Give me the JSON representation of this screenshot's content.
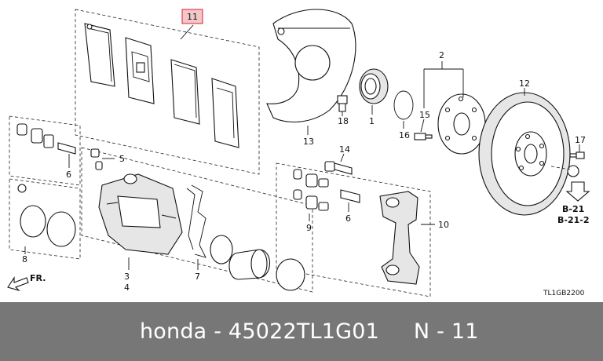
{
  "diagram": {
    "callouts": {
      "c11": "11",
      "c2": "2",
      "c12": "12",
      "c18": "18",
      "c1": "1",
      "c16": "16",
      "c15": "15",
      "c13": "13",
      "c14": "14",
      "c17": "17",
      "c5": "5",
      "c6a": "6",
      "c6b": "6",
      "c9": "9",
      "c10": "10",
      "c8": "8",
      "c3": "3",
      "c4": "4",
      "c7": "7"
    },
    "references": {
      "b21": "B-21",
      "b212": "B-21-2"
    },
    "front_indicator": "FR.",
    "diagram_code": "TL1GB2200",
    "highlight_color": "#e0202a"
  },
  "footer": {
    "text": "honda - 45022TL1G01     N - 11",
    "background": "#777777"
  }
}
